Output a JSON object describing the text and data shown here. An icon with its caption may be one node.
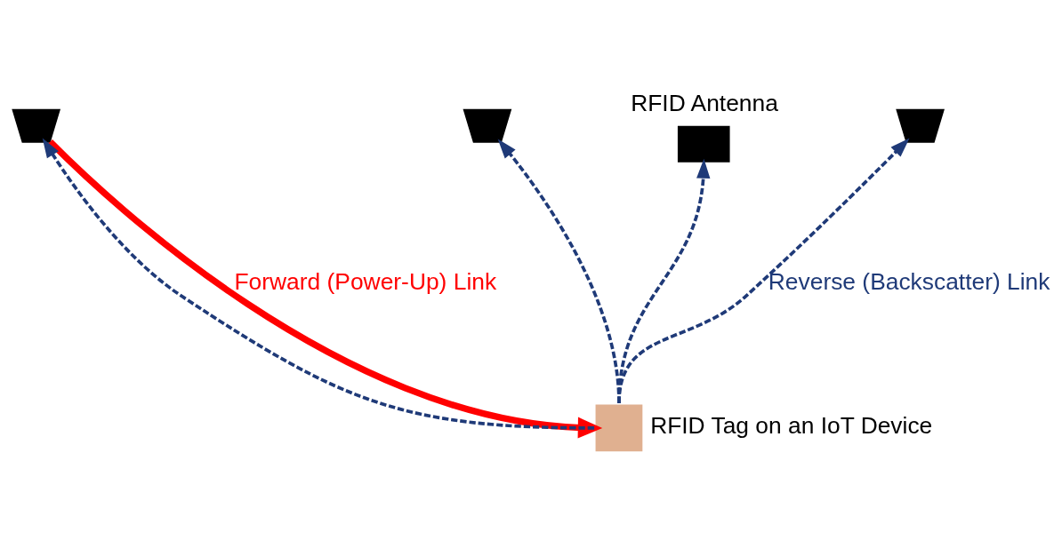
{
  "diagram": {
    "nodes": [
      {
        "text": [],
        "shape": "antenna"
      },
      {
        "text": [],
        "shape": "antenna"
      },
      {
        "text": [],
        "shape": "antenna",
        "beside": [
          "RFID Antenna"
        ]
      },
      {
        "text": [],
        "shape": "antenna"
      },
      {
        "text": [],
        "shape": "chip",
        "beside": [
          "RFID Tag on an IoT Device"
        ]
      }
    ],
    "edges": [
      {
        "from": 0,
        "to": 4,
        "arrow": "to",
        "style": "thick",
        "color": "#ff0000",
        "label": "Forward (Power-Up) Link"
      },
      {
        "from": 4,
        "to": 0,
        "arrow": "to",
        "style": "dashed"
      },
      {
        "from": 4,
        "to": 1,
        "arrow": "to",
        "style": "dashed"
      },
      {
        "from": 4,
        "to": 2,
        "arrow": "to",
        "style": "dashed"
      },
      {
        "from": 4,
        "to": 3,
        "arrow": "to",
        "style": "dashed",
        "label": "Reverse (Backscatter) Link"
      }
    ]
  }
}
